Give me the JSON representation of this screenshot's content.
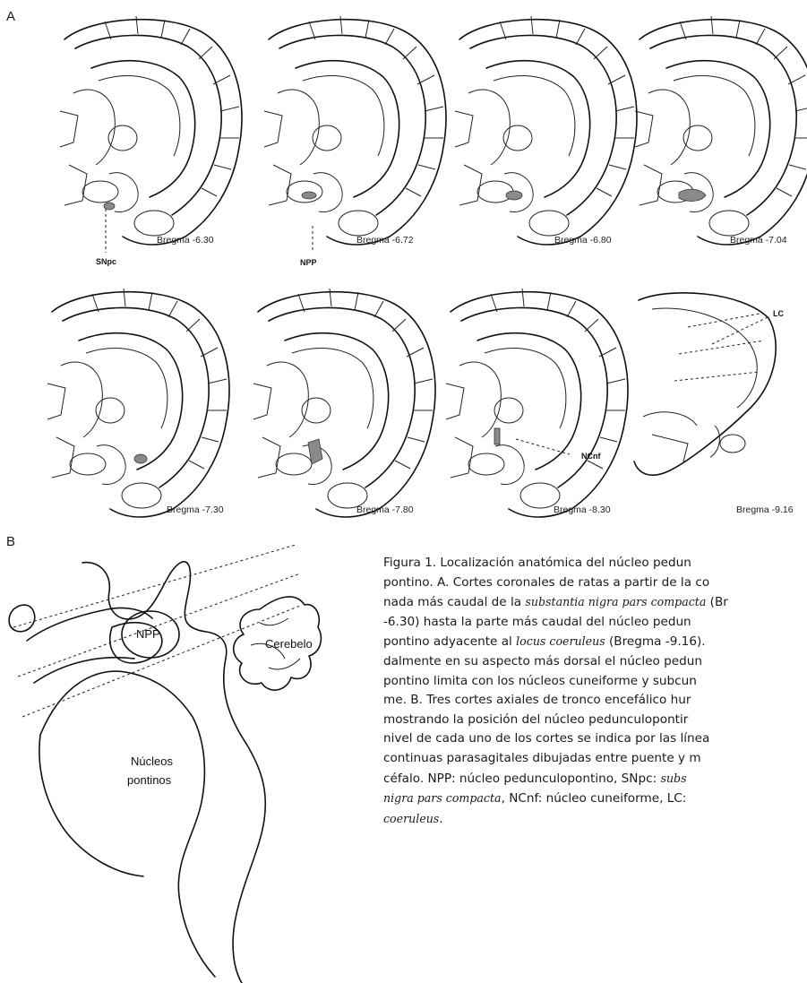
{
  "panel_a": {
    "letter": "A",
    "sections": [
      {
        "label": "Bregma -6.30",
        "marker": "SNpc"
      },
      {
        "label": "Bregma -6.72",
        "marker": "NPP"
      },
      {
        "label": "Bregma -6.80",
        "marker": ""
      },
      {
        "label": "Bregma -7.04",
        "marker": ""
      },
      {
        "label": "Bregma -7.30",
        "marker": ""
      },
      {
        "label": "Bregma -7.80",
        "marker": ""
      },
      {
        "label": "Bregma -8.30",
        "marker": "NCnf"
      },
      {
        "label": "Bregma -9.16",
        "marker": "LC"
      }
    ]
  },
  "panel_b": {
    "letter": "B",
    "label_npp": "NPP",
    "label_cerebelo": "Cerebelo",
    "label_nucleos_1": "Núcleos",
    "label_nucleos_2": "pontinos"
  },
  "caption": {
    "lines": [
      [
        "Figura 1. Localización anatómica del núcleo pedun"
      ],
      [
        "pontino. A. Cortes coronales de ratas a partir de la co"
      ],
      [
        "nada más caudal de la ",
        {
          "i": "substantia nigra pars compacta"
        },
        " (Br"
      ],
      [
        "-6.30) hasta la parte más caudal del núcleo pedun"
      ],
      [
        "pontino adyacente al ",
        {
          "i": "locus coeruleus"
        },
        " (Bregma -9.16)."
      ],
      [
        "dalmente en su aspecto más dorsal el núcleo pedun"
      ],
      [
        "pontino limita con los núcleos cuneiforme y subcun"
      ],
      [
        "me. B. Tres cortes axiales de tronco encefálico hur"
      ],
      [
        "mostrando la posición del núcleo pedunculopontir"
      ],
      [
        "nivel de cada uno de los cortes se indica por las línea"
      ],
      [
        "continuas parasagitales dibujadas entre puente y m"
      ],
      [
        "céfalo. NPP: núcleo pedunculopontino, SNpc: ",
        {
          "i": "subs"
        }
      ],
      [
        {
          "i": "nigra pars compacta"
        },
        ", NCnf: núcleo cuneiforme, LC:"
      ],
      [
        {
          "i": "coeruleus"
        },
        "."
      ]
    ]
  }
}
